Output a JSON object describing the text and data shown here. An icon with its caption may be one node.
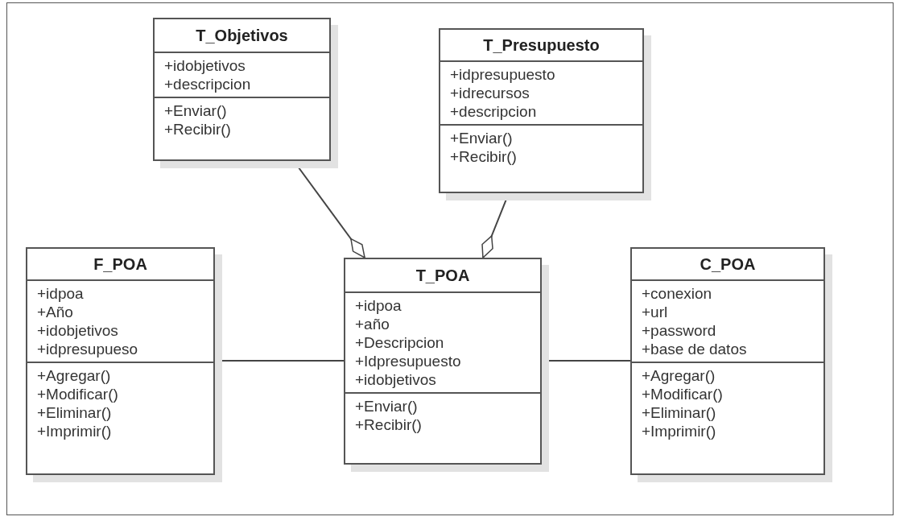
{
  "diagram": {
    "nodes": [
      {
        "text": [
          "T_Objetivos",
          "+idobjetivos +descripcion",
          "+Enviar() +Recibir()"
        ]
      },
      {
        "text": [
          "T_Presupuesto",
          "+idpresupuesto +idrecursos +descripcion",
          "+Enviar() +Recibir()"
        ]
      },
      {
        "text": [
          "F_POA",
          "+idpoa +Año +idobjetivos +idpresupueso",
          "+Agregar() +Modificar() +Eliminar() +Imprimir()"
        ]
      },
      {
        "text": [
          "T_POA",
          "+idpoa +año +Descripcion +Idpresupuesto +idobjetivos",
          "+Enviar() +Recibir()"
        ]
      },
      {
        "text": [
          "C_POA",
          "+conexion +url +password +base de datos",
          "+Agregar() +Modificar() +Eliminar() +Imprimir()"
        ]
      }
    ],
    "edges": [
      {
        "from": 0,
        "to": 3,
        "arrow": "other"
      },
      {
        "from": 1,
        "to": 3,
        "arrow": "other"
      },
      {
        "from": 2,
        "to": 3,
        "arrow": "none"
      },
      {
        "from": 3,
        "to": 4,
        "arrow": "none"
      }
    ]
  }
}
